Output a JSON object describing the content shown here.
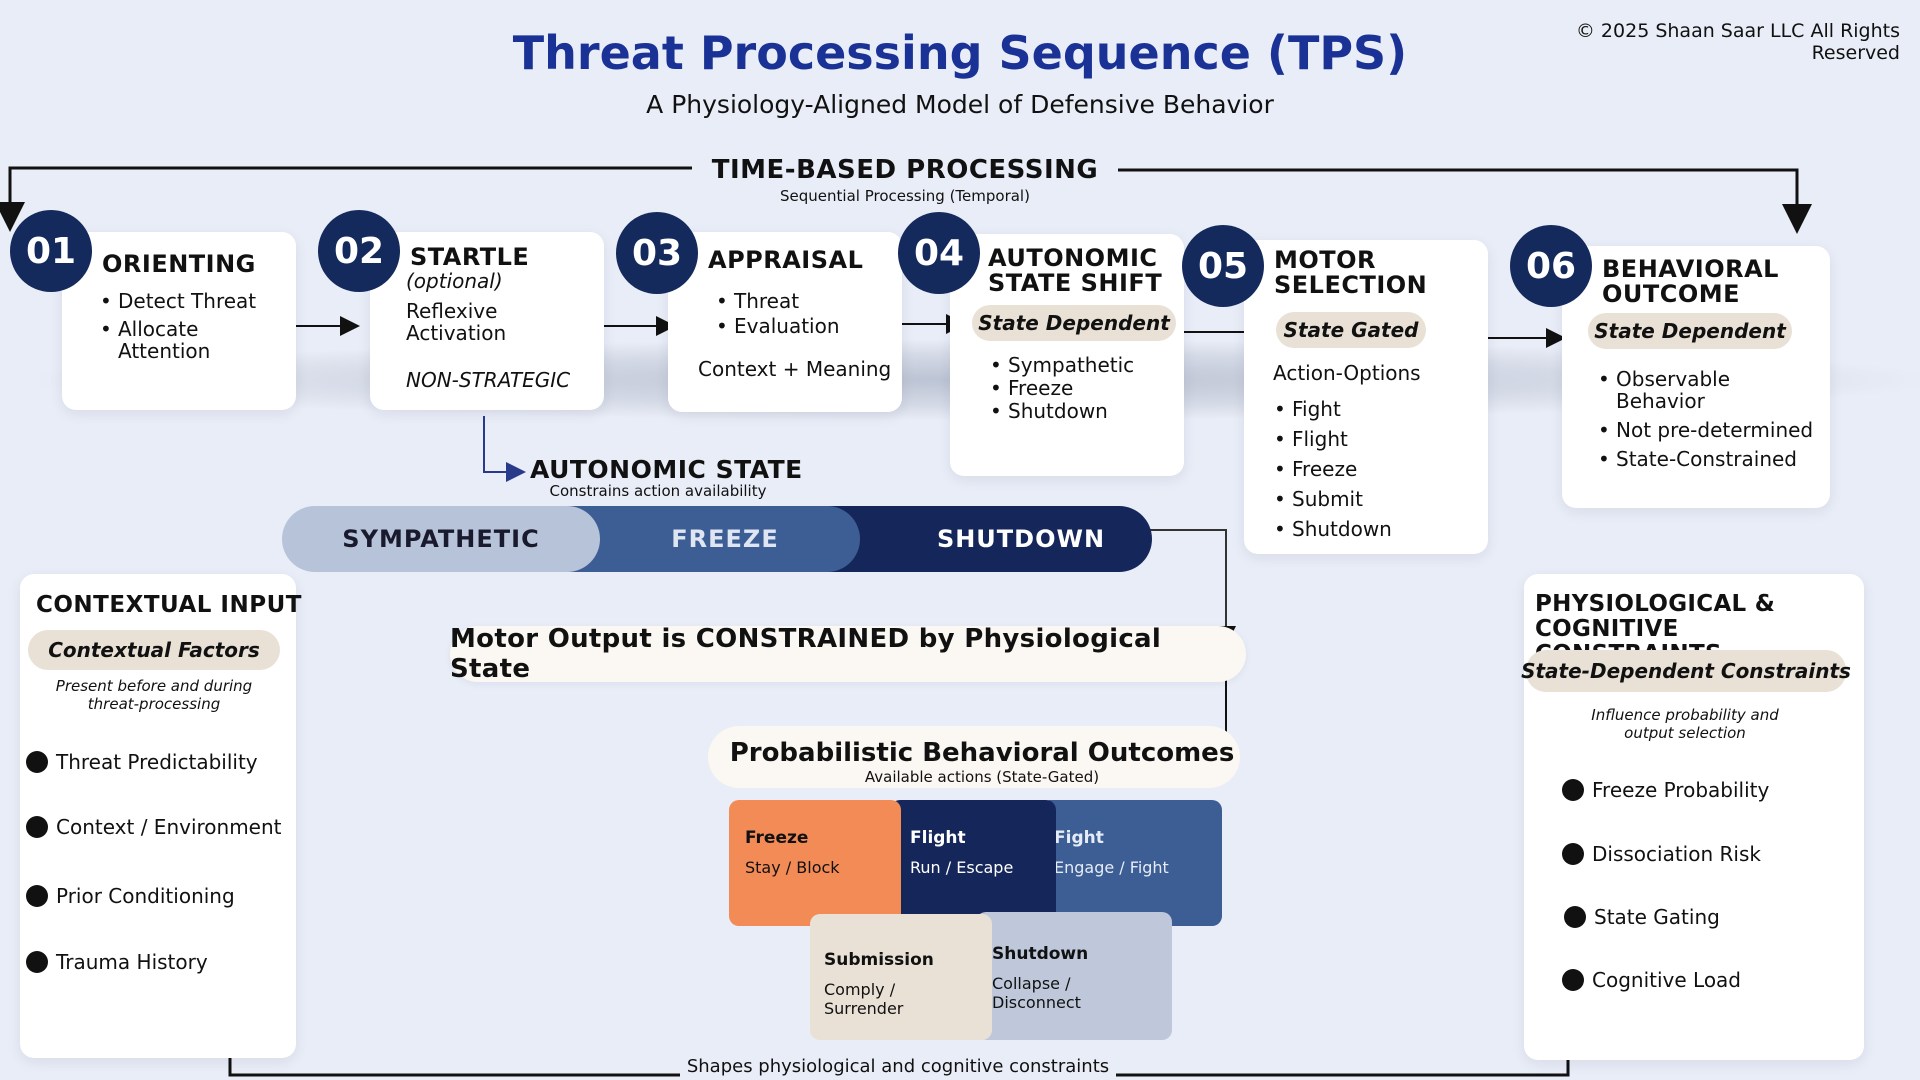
{
  "copyright": "© 2025 Shaan Saar LLC All Rights Reserved",
  "title": "Threat Processing Sequence (TPS)",
  "subtitle": "A Physiology-Aligned Model of Defensive Behavior",
  "timeline": {
    "label": "TIME-BASED PROCESSING",
    "sublabel": "Sequential Processing (Temporal)"
  },
  "stages": [
    {
      "num": "01",
      "title": "ORIENTING",
      "items": [
        "Detect Threat",
        "Allocate Attention"
      ]
    },
    {
      "num": "02",
      "title": "STARTLE",
      "note": "(optional)",
      "body": "Reflexive Activation",
      "footer": "NON-STRATEGIC"
    },
    {
      "num": "03",
      "title": "APPRAISAL",
      "items": [
        "Threat",
        "Evaluation"
      ],
      "footer": "Context + Meaning"
    },
    {
      "num": "04",
      "title": "AUTONOMIC STATE SHIFT",
      "tag": "State Dependent",
      "items": [
        "Sympathetic",
        "Freeze",
        "Shutdown"
      ]
    },
    {
      "num": "05",
      "title": "MOTOR SELECTION",
      "tag": "State Gated",
      "lead": "Action-Options",
      "items": [
        "Fight",
        "Flight",
        "Freeze",
        "Submit",
        "Shutdown"
      ]
    },
    {
      "num": "06",
      "title": "BEHAVIORAL OUTCOME",
      "tag": "State Dependent",
      "items": [
        "Observable Behavior",
        "Not pre-determined",
        "State-Constrained"
      ]
    }
  ],
  "autonomic": {
    "title": "AUTONOMIC STATE",
    "subtitle": "Constrains action availability",
    "states": [
      {
        "label": "SYMPATHETIC",
        "color": "#b7c3d9",
        "text_color": "#1a1a2e"
      },
      {
        "label": "FREEZE",
        "color": "#3d5e95",
        "text_color": "#dfe6f2"
      },
      {
        "label": "SHUTDOWN",
        "color": "#15275a",
        "text_color": "#ffffff"
      }
    ]
  },
  "contextual": {
    "title": "CONTEXTUAL INPUT",
    "tag": "Contextual Factors",
    "note": "Present before and during threat-processing",
    "items": [
      "Threat Predictability",
      "Context / Environment",
      "Prior Conditioning",
      "Trauma History"
    ]
  },
  "physio": {
    "title": "PHYSIOLOGICAL & COGNITIVE CONSTRAINTS",
    "tag": "State-Dependent Constraints",
    "note": "Influence probability and output selection",
    "items": [
      "Freeze Probability",
      "Dissociation Risk",
      "State Gating",
      "Cognitive Load"
    ]
  },
  "motor_banner": "Motor Output is CONSTRAINED by Physiological State",
  "outcomes": {
    "title": "Probabilistic Behavioral Outcomes",
    "subtitle": "Available actions (State-Gated)",
    "boxes": [
      {
        "title": "Freeze",
        "sub": "Stay / Block",
        "color": "#f28b55",
        "text_color": "#111111"
      },
      {
        "title": "Flight",
        "sub": "Run / Escape",
        "color": "#15275a",
        "text_color": "#ffffff"
      },
      {
        "title": "Fight",
        "sub": "Engage / Fight",
        "color": "#3d5e95",
        "text_color": "#e6ecf6"
      },
      {
        "title": "Submission",
        "sub": "Comply / Surrender",
        "color": "#e9e1d6",
        "text_color": "#111111"
      },
      {
        "title": "Shutdown",
        "sub": "Collapse / Disconnect",
        "color": "#bec8da",
        "text_color": "#111111"
      }
    ]
  },
  "feedback_label": "Shapes physiological and cognitive constraints",
  "colors": {
    "navy": "#152a5c",
    "title_blue": "#1a3296",
    "bg": "#e9edf7",
    "tag_beige": "#e9e1d6"
  }
}
